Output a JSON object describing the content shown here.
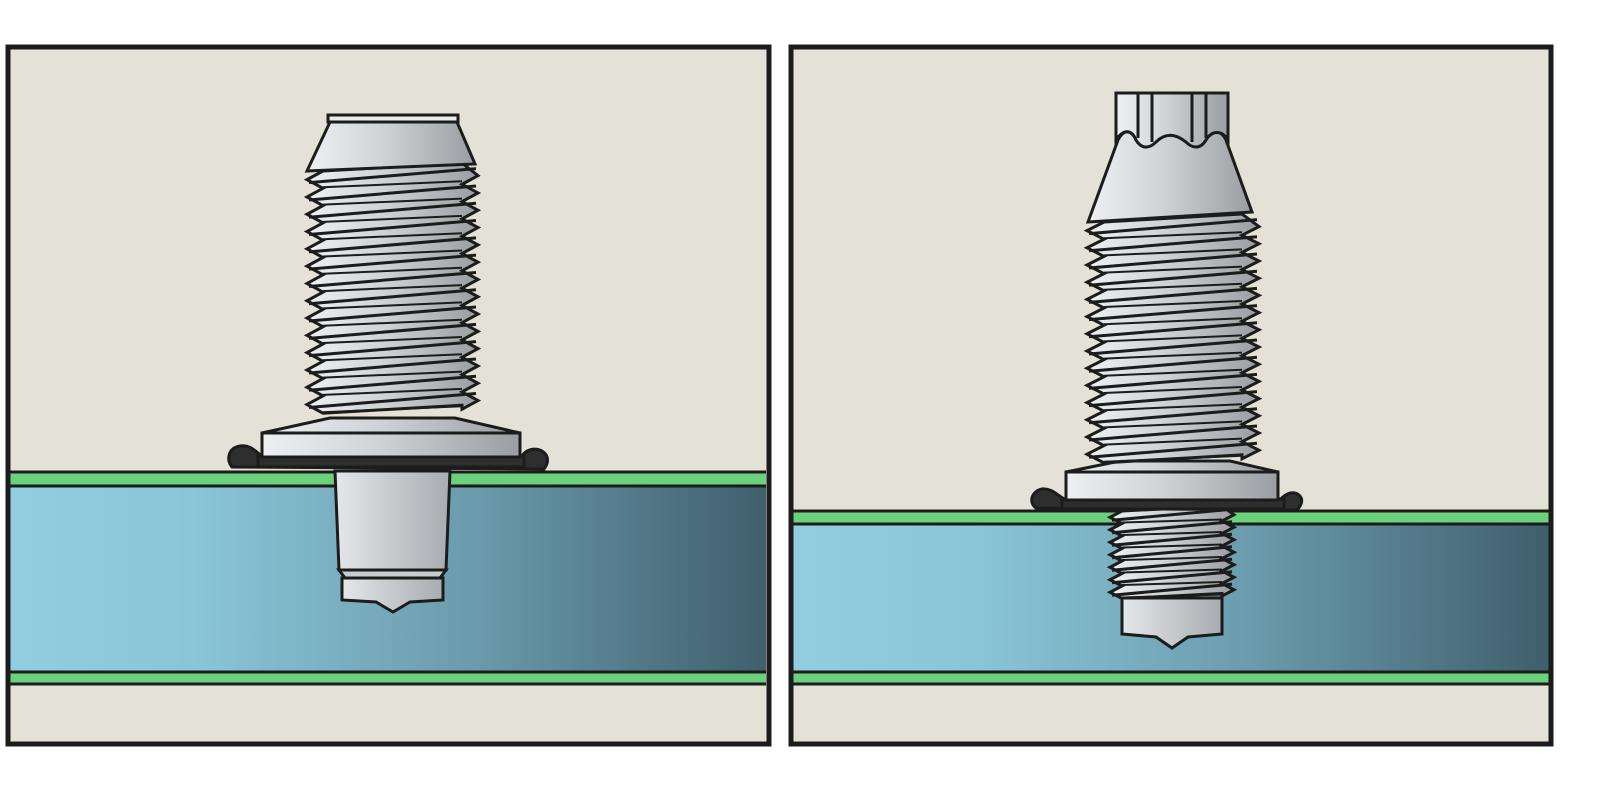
{
  "colors": {
    "background": "#ffffff",
    "panel_fill": "#e4e2d7",
    "outline": "#1c1c1c",
    "film_green": "#6bd17c",
    "sheet_light": "#92cde0",
    "sheet_dark": "#3e5c6a",
    "metal_light": "#e8eaec",
    "metal_dark": "#9ea2a6",
    "sealant": "#2e2e2e"
  },
  "panels": [
    {
      "id": "left",
      "description_name": "fastener-before-installation"
    },
    {
      "id": "right",
      "description_name": "fastener-after-installation"
    }
  ]
}
